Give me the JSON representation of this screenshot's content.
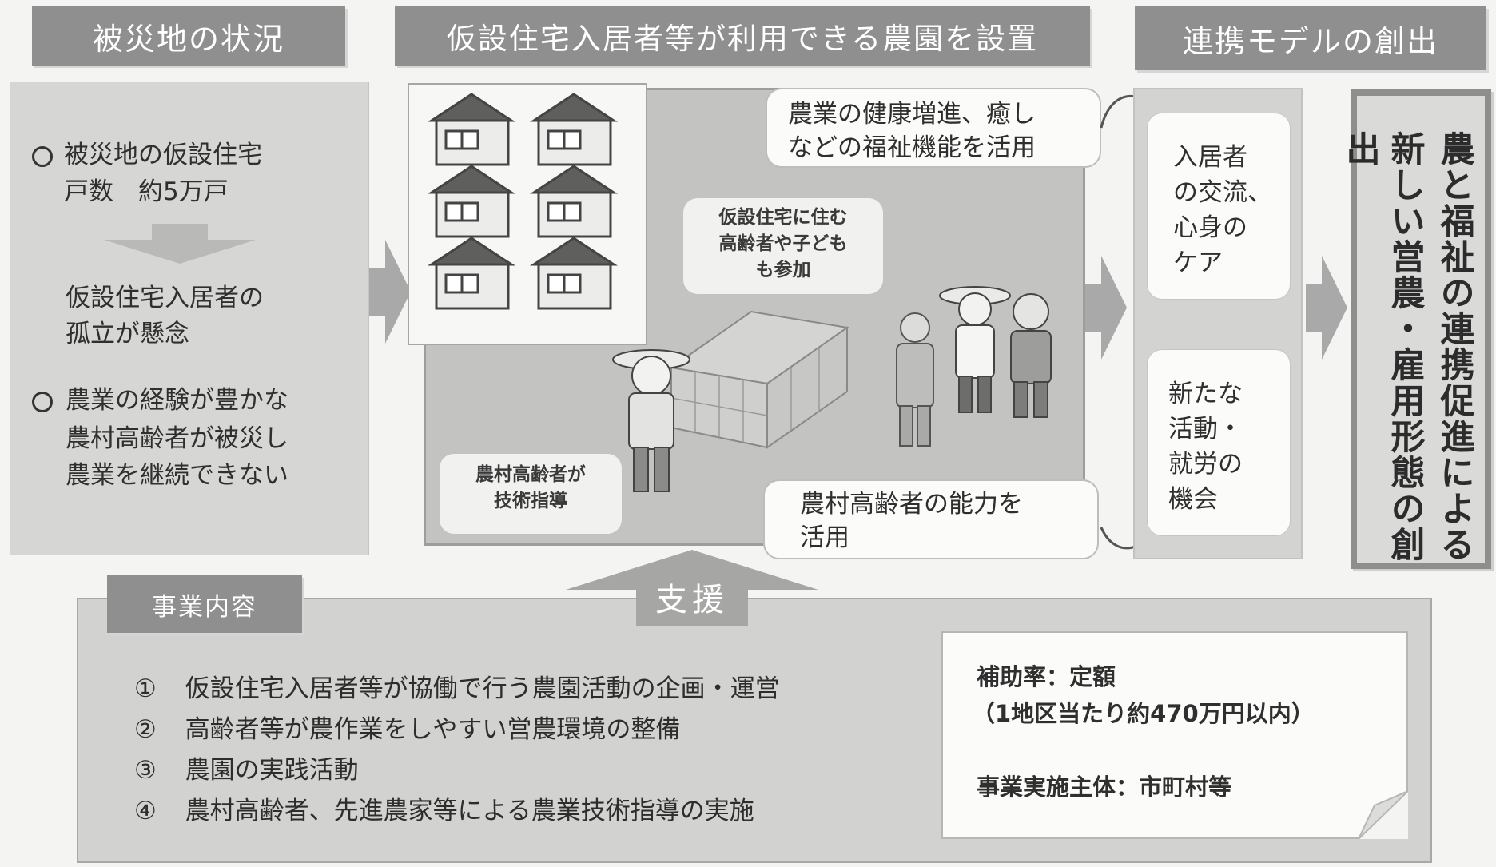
{
  "headers": {
    "situation": "被災地の状況",
    "farm": "仮設住宅入居者等が利用できる農園を設置",
    "model": "連携モデルの創出"
  },
  "situation": {
    "bullet1_line1": "被災地の仮設住宅",
    "bullet1_line2": "戸数　約5万戸",
    "concern_line1": "仮設住宅入居者の",
    "concern_line2": "孤立が懸念",
    "bullet2_line1": "農業の経験が豊かな",
    "bullet2_line2": "農村高齢者が被災し",
    "bullet2_line3": "農業を継続できない"
  },
  "farm": {
    "bubble_top_line1": "農業の健康増進、癒し",
    "bubble_top_line2": "などの福祉機能を活用",
    "bubble_participate_line1": "仮設住宅に住む",
    "bubble_participate_line2": "高齢者や子ども",
    "bubble_participate_line3": "も参加",
    "bubble_guide_line1": "農村高齢者が",
    "bubble_guide_line2": "技術指導",
    "bubble_bottom_line1": "農村高齢者の能力を",
    "bubble_bottom_line2": "活用",
    "support": "支援"
  },
  "model": {
    "box1_line1": "入居者",
    "box1_line2": "の交流、",
    "box1_line3": "心身の",
    "box1_line4": "ケア",
    "box2_line1": "新たな",
    "box2_line2": "活動・",
    "box2_line3": "就労の",
    "box2_line4": "機会",
    "result_col1": "農と福祉の連携促進による",
    "result_col2": "新しい営農・雇用形態の創出"
  },
  "business": {
    "tab": "事業内容",
    "items": [
      {
        "num": "①",
        "text": "仮設住宅入居者等が協働で行う農園活動の企画・運営"
      },
      {
        "num": "②",
        "text": "高齢者等が農作業をしやすい営農環境の整備"
      },
      {
        "num": "③",
        "text": "農園の実践活動"
      },
      {
        "num": "④",
        "text": "農村高齢者、先進農家等による農業技術指導の実施"
      }
    ],
    "subsidy_line1": "補助率：定額",
    "subsidy_line2": "（1地区当たり約470万円以内）",
    "implementer": "事業実施主体：市町村等"
  },
  "colors": {
    "header_bg": "#8f8f8f",
    "panel_bg": "#d6d6d4",
    "arrow": "#a9a9a9"
  }
}
